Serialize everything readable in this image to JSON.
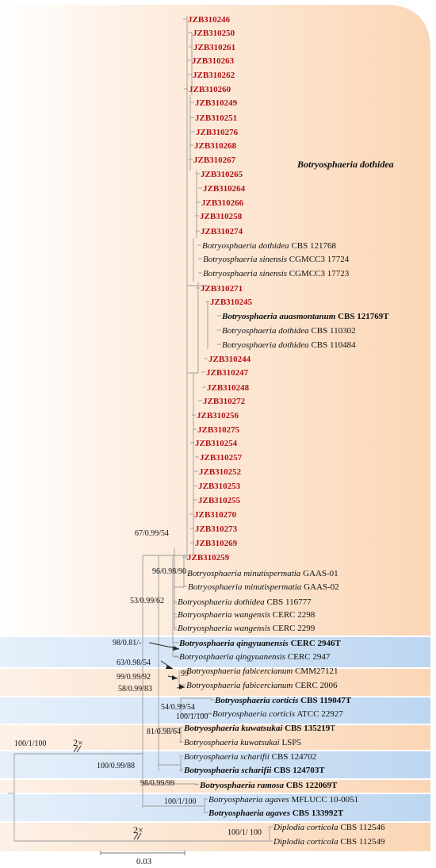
{
  "colors": {
    "orange_band": "#fbd9bd",
    "orange_light": "#fdeee0",
    "blue_band": "#c9def3",
    "red_label": "#b31217",
    "branch": "#9a9a9a"
  },
  "clade_label": "Botryosphaeria dothidea",
  "scale_bar_label": "0.03",
  "break_mark": "2×",
  "taxa": [
    {
      "label": "JZB310246",
      "species": "",
      "strain": "JZB310246",
      "color": "red"
    },
    {
      "label": "JZB310250",
      "species": "",
      "strain": "JZB310250",
      "color": "red"
    },
    {
      "label": "JZB310261",
      "species": "",
      "strain": "JZB310261",
      "color": "red"
    },
    {
      "label": "JZB310263",
      "species": "",
      "strain": "JZB310263",
      "color": "red"
    },
    {
      "label": "JZB310262",
      "species": "",
      "strain": "JZB310262",
      "color": "red"
    },
    {
      "label": "JZB310260",
      "species": "",
      "strain": "JZB310260",
      "color": "red"
    },
    {
      "label": "JZB310249",
      "species": "",
      "strain": "JZB310249",
      "color": "red"
    },
    {
      "label": "JZB310251",
      "species": "",
      "strain": "JZB310251",
      "color": "red"
    },
    {
      "label": "JZB310276",
      "species": "",
      "strain": "JZB310276",
      "color": "red"
    },
    {
      "label": "JZB310268",
      "species": "",
      "strain": "JZB310268",
      "color": "red"
    },
    {
      "label": "JZB310267",
      "species": "",
      "strain": "JZB310267",
      "color": "red"
    },
    {
      "label": "JZB310265",
      "species": "",
      "strain": "JZB310265",
      "color": "red"
    },
    {
      "label": "JZB310264",
      "species": "",
      "strain": "JZB310264",
      "color": "red"
    },
    {
      "label": "JZB310266",
      "species": "",
      "strain": "JZB310266",
      "color": "red"
    },
    {
      "label": "JZB310258",
      "species": "",
      "strain": "JZB310258",
      "color": "red"
    },
    {
      "label": "JZB310274",
      "species": "",
      "strain": "JZB310274",
      "color": "red"
    },
    {
      "label": "Botryosphaeria dothidea CBS 121768",
      "species": "Botryosphaeria dothidea",
      "strain": " CBS 121768",
      "color": "black"
    },
    {
      "label": "Botryosphaeria sinensis CGMCC3 17724",
      "species": "Botryosphaeria sinensis",
      "strain": " CGMCC3 17724",
      "color": "black"
    },
    {
      "label": "Botryosphaeria sinensis CGMCC3 17723",
      "species": "Botryosphaeria sinensis",
      "strain": " CGMCC3 17723",
      "color": "black"
    },
    {
      "label": "JZB310271",
      "species": "",
      "strain": "JZB310271",
      "color": "red"
    },
    {
      "label": "JZB310245",
      "species": "",
      "strain": "JZB310245",
      "color": "red"
    },
    {
      "label": "Botryosphaeria auasmontanum CBS 121769T",
      "species": "Botryosphaeria auasmontanum",
      "strain": " CBS 121769T",
      "color": "bold"
    },
    {
      "label": "Botryosphaeria dothidea CBS 110302",
      "species": "Botryosphaeria dothidea",
      "strain": " CBS 110302",
      "color": "black"
    },
    {
      "label": "Botryosphaeria dothidea CBS 110484",
      "species": "Botryosphaeria dothidea",
      "strain": " CBS 110484",
      "color": "black"
    },
    {
      "label": "JZB310244",
      "species": "",
      "strain": "JZB310244",
      "color": "red"
    },
    {
      "label": "JZB310247",
      "species": "",
      "strain": "JZB310247",
      "color": "red"
    },
    {
      "label": "JZB310248",
      "species": "",
      "strain": "JZB310248",
      "color": "red"
    },
    {
      "label": "JZB310272",
      "species": "",
      "strain": "JZB310272",
      "color": "red"
    },
    {
      "label": "JZB310256",
      "species": "",
      "strain": "JZB310256",
      "color": "red"
    },
    {
      "label": "JZB310275",
      "species": "",
      "strain": "JZB310275",
      "color": "red"
    },
    {
      "label": "JZB310254",
      "species": "",
      "strain": "JZB310254",
      "color": "red"
    },
    {
      "label": "JZB310257",
      "species": "",
      "strain": "JZB310257",
      "color": "red"
    },
    {
      "label": "JZB310252",
      "species": "",
      "strain": "JZB310252",
      "color": "red"
    },
    {
      "label": "JZB310253",
      "species": "",
      "strain": "JZB310253",
      "color": "red"
    },
    {
      "label": "JZB310255",
      "species": "",
      "strain": "JZB310255",
      "color": "red"
    },
    {
      "label": "JZB310270",
      "species": "",
      "strain": "JZB310270",
      "color": "red"
    },
    {
      "label": "JZB310273",
      "species": "",
      "strain": "JZB310273",
      "color": "red"
    },
    {
      "label": "JZB310269",
      "species": "",
      "strain": "JZB310269",
      "color": "red"
    },
    {
      "label": "JZB310259",
      "species": "",
      "strain": "JZB310259",
      "color": "red"
    },
    {
      "label": "Botryosphaeria minutispermatia GAAS-01",
      "species": "Botryosphaeria minutispermatia",
      "strain": " GAAS-01",
      "color": "black"
    },
    {
      "label": "Botryosphaeria minutispermatia GAAS-02",
      "species": "Botryosphaeria minutispermatia",
      "strain": " GAAS-02",
      "color": "black"
    },
    {
      "label": "Botryosphaeria dothidea CBS 116777",
      "species": "Botryosphaeria dothidea",
      "strain": " CBS 116777",
      "color": "black"
    },
    {
      "label": "Botryosphaeria wangensis CERC 2298",
      "species": "Botryosphaeria wangensis",
      "strain": " CERC 2298",
      "color": "black"
    },
    {
      "label": "Botryosphaeria wangensis CERC 2299",
      "species": "Botryosphaeria wangensis",
      "strain": " CERC 2299",
      "color": "black"
    },
    {
      "label": "Botryosphaeria qingyuanensis CERC 2946T",
      "species": "Botryosphaeria qingyuanensis",
      "strain": " CERC 2946T",
      "color": "bold"
    },
    {
      "label": "Botryosphaeria qingyuanensis CERC 2947",
      "species": "Botryosphaeria qingyuanensis",
      "strain": " CERC 2947",
      "color": "black"
    },
    {
      "label": "Botryosphaeria fabicercianum CMM27121",
      "species": "Botryosphaeria fabicercianum",
      "strain": " CMM27121",
      "color": "black"
    },
    {
      "label": "Botryosphaeria fabicercianum CERC 2006",
      "species": "Botryosphaeria fabicercianum",
      "strain": " CERC 2006",
      "color": "black"
    },
    {
      "label": "Botryosphaeria corticis CBS 119047T",
      "species": "Botryosphaeria corticis",
      "strain": " CBS 119047T",
      "color": "bold"
    },
    {
      "label": "Botryosphaeria corticis ATCC 22927",
      "species": "Botryosphaeria corticis",
      "strain": " ATCC 22927",
      "color": "black"
    },
    {
      "label": "Botryosphaeria kuwatsukai CBS 135219T",
      "species": "Botryosphaeria kuwatsukai",
      "strain": " CBS 135219",
      "suffix": "T",
      "color": "bold-partial"
    },
    {
      "label": "Botryosphaeria kuwatsukai LSP5",
      "species": "Botryosphaeria kuwatsukai",
      "strain": " LSP5",
      "color": "black"
    },
    {
      "label": "Botryosphaeria scharifii CBS 124702",
      "species": "Botryosphaeria scharifii",
      "strain": " CBS 124702",
      "color": "black"
    },
    {
      "label": "Botryosphaeria scharifii CBS 124703T",
      "species": "Botryosphaeria scharifii",
      "strain": " CBS 124703T",
      "color": "bold"
    },
    {
      "label": "Botryosphaeria ramosa CBS 122069T",
      "species": "Botryosphaeria ramosa",
      "strain": " CBS 122069T",
      "color": "bold"
    },
    {
      "label": "Botryosphaeria agaves MFLUCC 10-0051",
      "species": "Botryosphaeria agaves",
      "strain": " MFLUCC 10-0051",
      "color": "black"
    },
    {
      "label": "Botryosphaeria agaves CBS 133992T",
      "species": "Botryosphaeria agaves",
      "strain": " CBS 133992T",
      "color": "bold"
    },
    {
      "label": "Diplodia corticola CBS 112546",
      "species": "Diplodia corticola",
      "strain": " CBS 112546",
      "color": "black"
    },
    {
      "label": "Diplodia corticola CBS 112549",
      "species": "Diplodia corticola",
      "strain": " CBS 112549",
      "color": "black"
    }
  ],
  "supports": [
    "67/0.99/54",
    "96/0.98/90",
    "53/0.99/62",
    "98/0.81/-",
    "63/0.98/54",
    "99/0.99/92",
    "99",
    "58/0.99/83",
    "54/0.99/54",
    "100/1/100",
    "81/0.98/64",
    "100/1/100",
    "100/0.99/88",
    "98/0.99/99",
    "100/1/100",
    "100/1/ 100"
  ]
}
